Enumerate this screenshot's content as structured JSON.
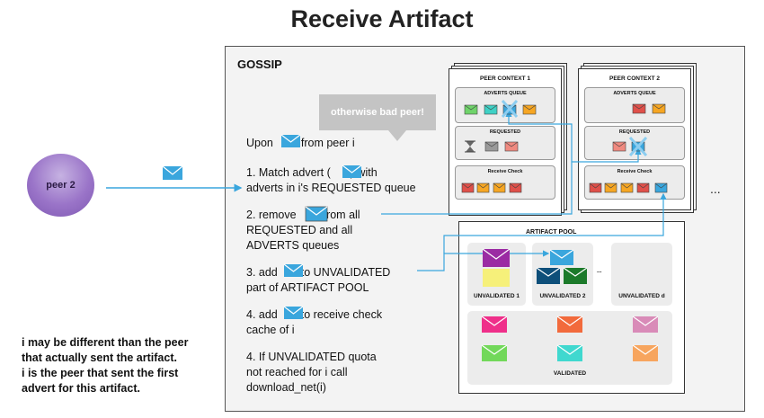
{
  "title": "Receive Artifact",
  "gossip_label": "GOSSIP",
  "peer_label": "peer 2",
  "bubble_text": "otherwise bad peer!",
  "steps": {
    "upon_prefix": "Upon",
    "upon_suffix": "from peer i",
    "s1_a": "1. Match advert (",
    "s1_b": ") with",
    "s1_c": "adverts in i's REQUESTED queue",
    "s2_a": "2. remove",
    "s2_b": "from all",
    "s2_c": "REQUESTED and all",
    "s2_d": "ADVERTS queues",
    "s3_a": "3. add",
    "s3_b": "to UNVALIDATED",
    "s3_c": "part of ARTIFACT POOL",
    "s4_a": "4. add",
    "s4_b": "to receive check",
    "s4_c": "cache of i",
    "s5_a": "4. If UNVALIDATED quota",
    "s5_b": "not reached for i call",
    "s5_c": "download_net(i)"
  },
  "note": {
    "line1": "i may be different than the peer",
    "line2": "that actually sent the artifact.",
    "line3": "i is the peer that sent the first",
    "line4": "advert for this artifact."
  },
  "peer_contexts": [
    {
      "title": "PEER CONTEXT 1",
      "adverts_label": "ADVERTS QUEUE",
      "requested_label": "REQUESTED",
      "receive_label": "Receive Check"
    },
    {
      "title": "PEER CONTEXT 2",
      "adverts_label": "ADVERTS QUEUE",
      "requested_label": "REQUESTED",
      "receive_label": "Receive Check"
    }
  ],
  "contexts_ellipsis": "...",
  "pool": {
    "title": "ARTIFACT POOL",
    "unvalidated_1": "UNVALIDATED 1",
    "unvalidated_2": "UNVALIDATED 2",
    "unvalidated_d": "UNVALIDATED d",
    "ellipsis": "...",
    "validated": "VALIDATED"
  },
  "colors": {
    "arrow": "#3aa6dd",
    "envelope_blue": "#3aa6dd",
    "cross": "#8ccdf0",
    "green": "#6fd36a",
    "teal": "#3fd1c5",
    "orange": "#f6a623",
    "red": "#e0504a",
    "pink_red": "#f08a80",
    "grey": "#9a9a9a",
    "purple": "#9b2ba3",
    "yellow": "#f6f07a",
    "navy": "#0e4f7a",
    "dark_green": "#1c7a2a",
    "magenta": "#ef2f8a",
    "coral": "#f26a3c",
    "rose": "#d98bb8",
    "lime": "#72d85a",
    "cyan": "#40d8cf",
    "peach": "#f7a55e"
  },
  "icons": [
    "envelope-icon",
    "hourglass-icon",
    "cross-icon"
  ]
}
